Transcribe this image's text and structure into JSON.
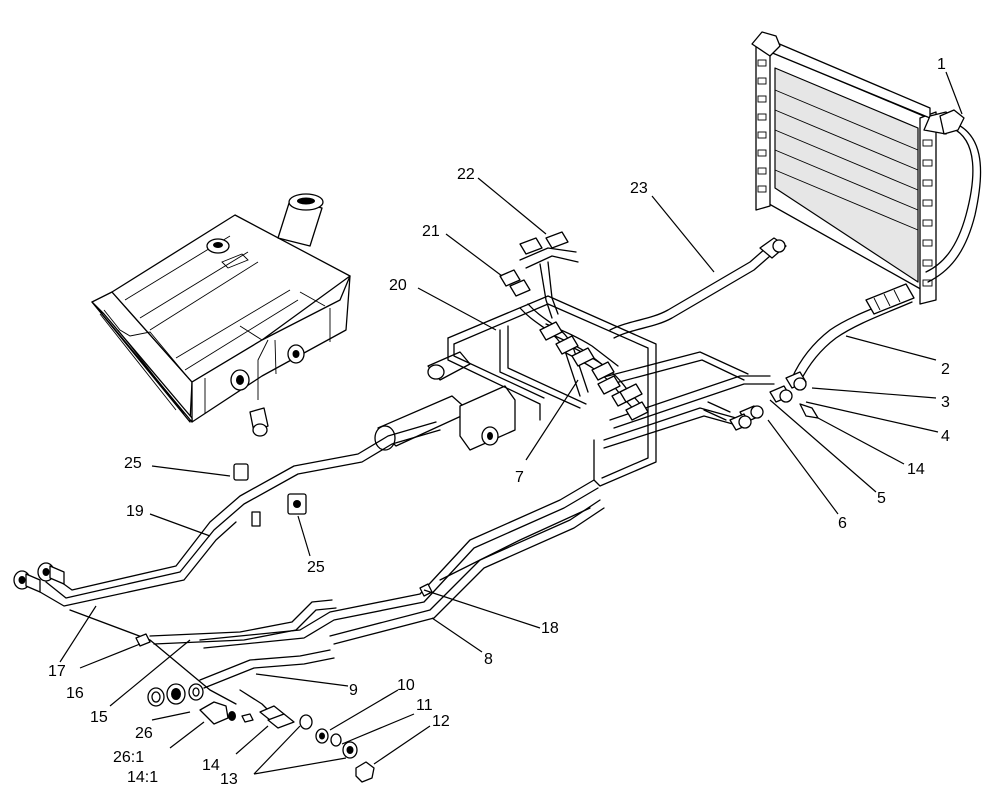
{
  "callouts": [
    "1",
    "2",
    "3",
    "4",
    "5",
    "6",
    "7",
    "8",
    "9",
    "10",
    "11",
    "12",
    "13",
    "14",
    "14",
    "14:1",
    "15",
    "16",
    "17",
    "18",
    "19",
    "20",
    "21",
    "22",
    "23",
    "25",
    "25",
    "26",
    "26:1"
  ],
  "colors": {
    "line": "#000000",
    "background": "#ffffff",
    "shade": "#e6e6e6"
  }
}
